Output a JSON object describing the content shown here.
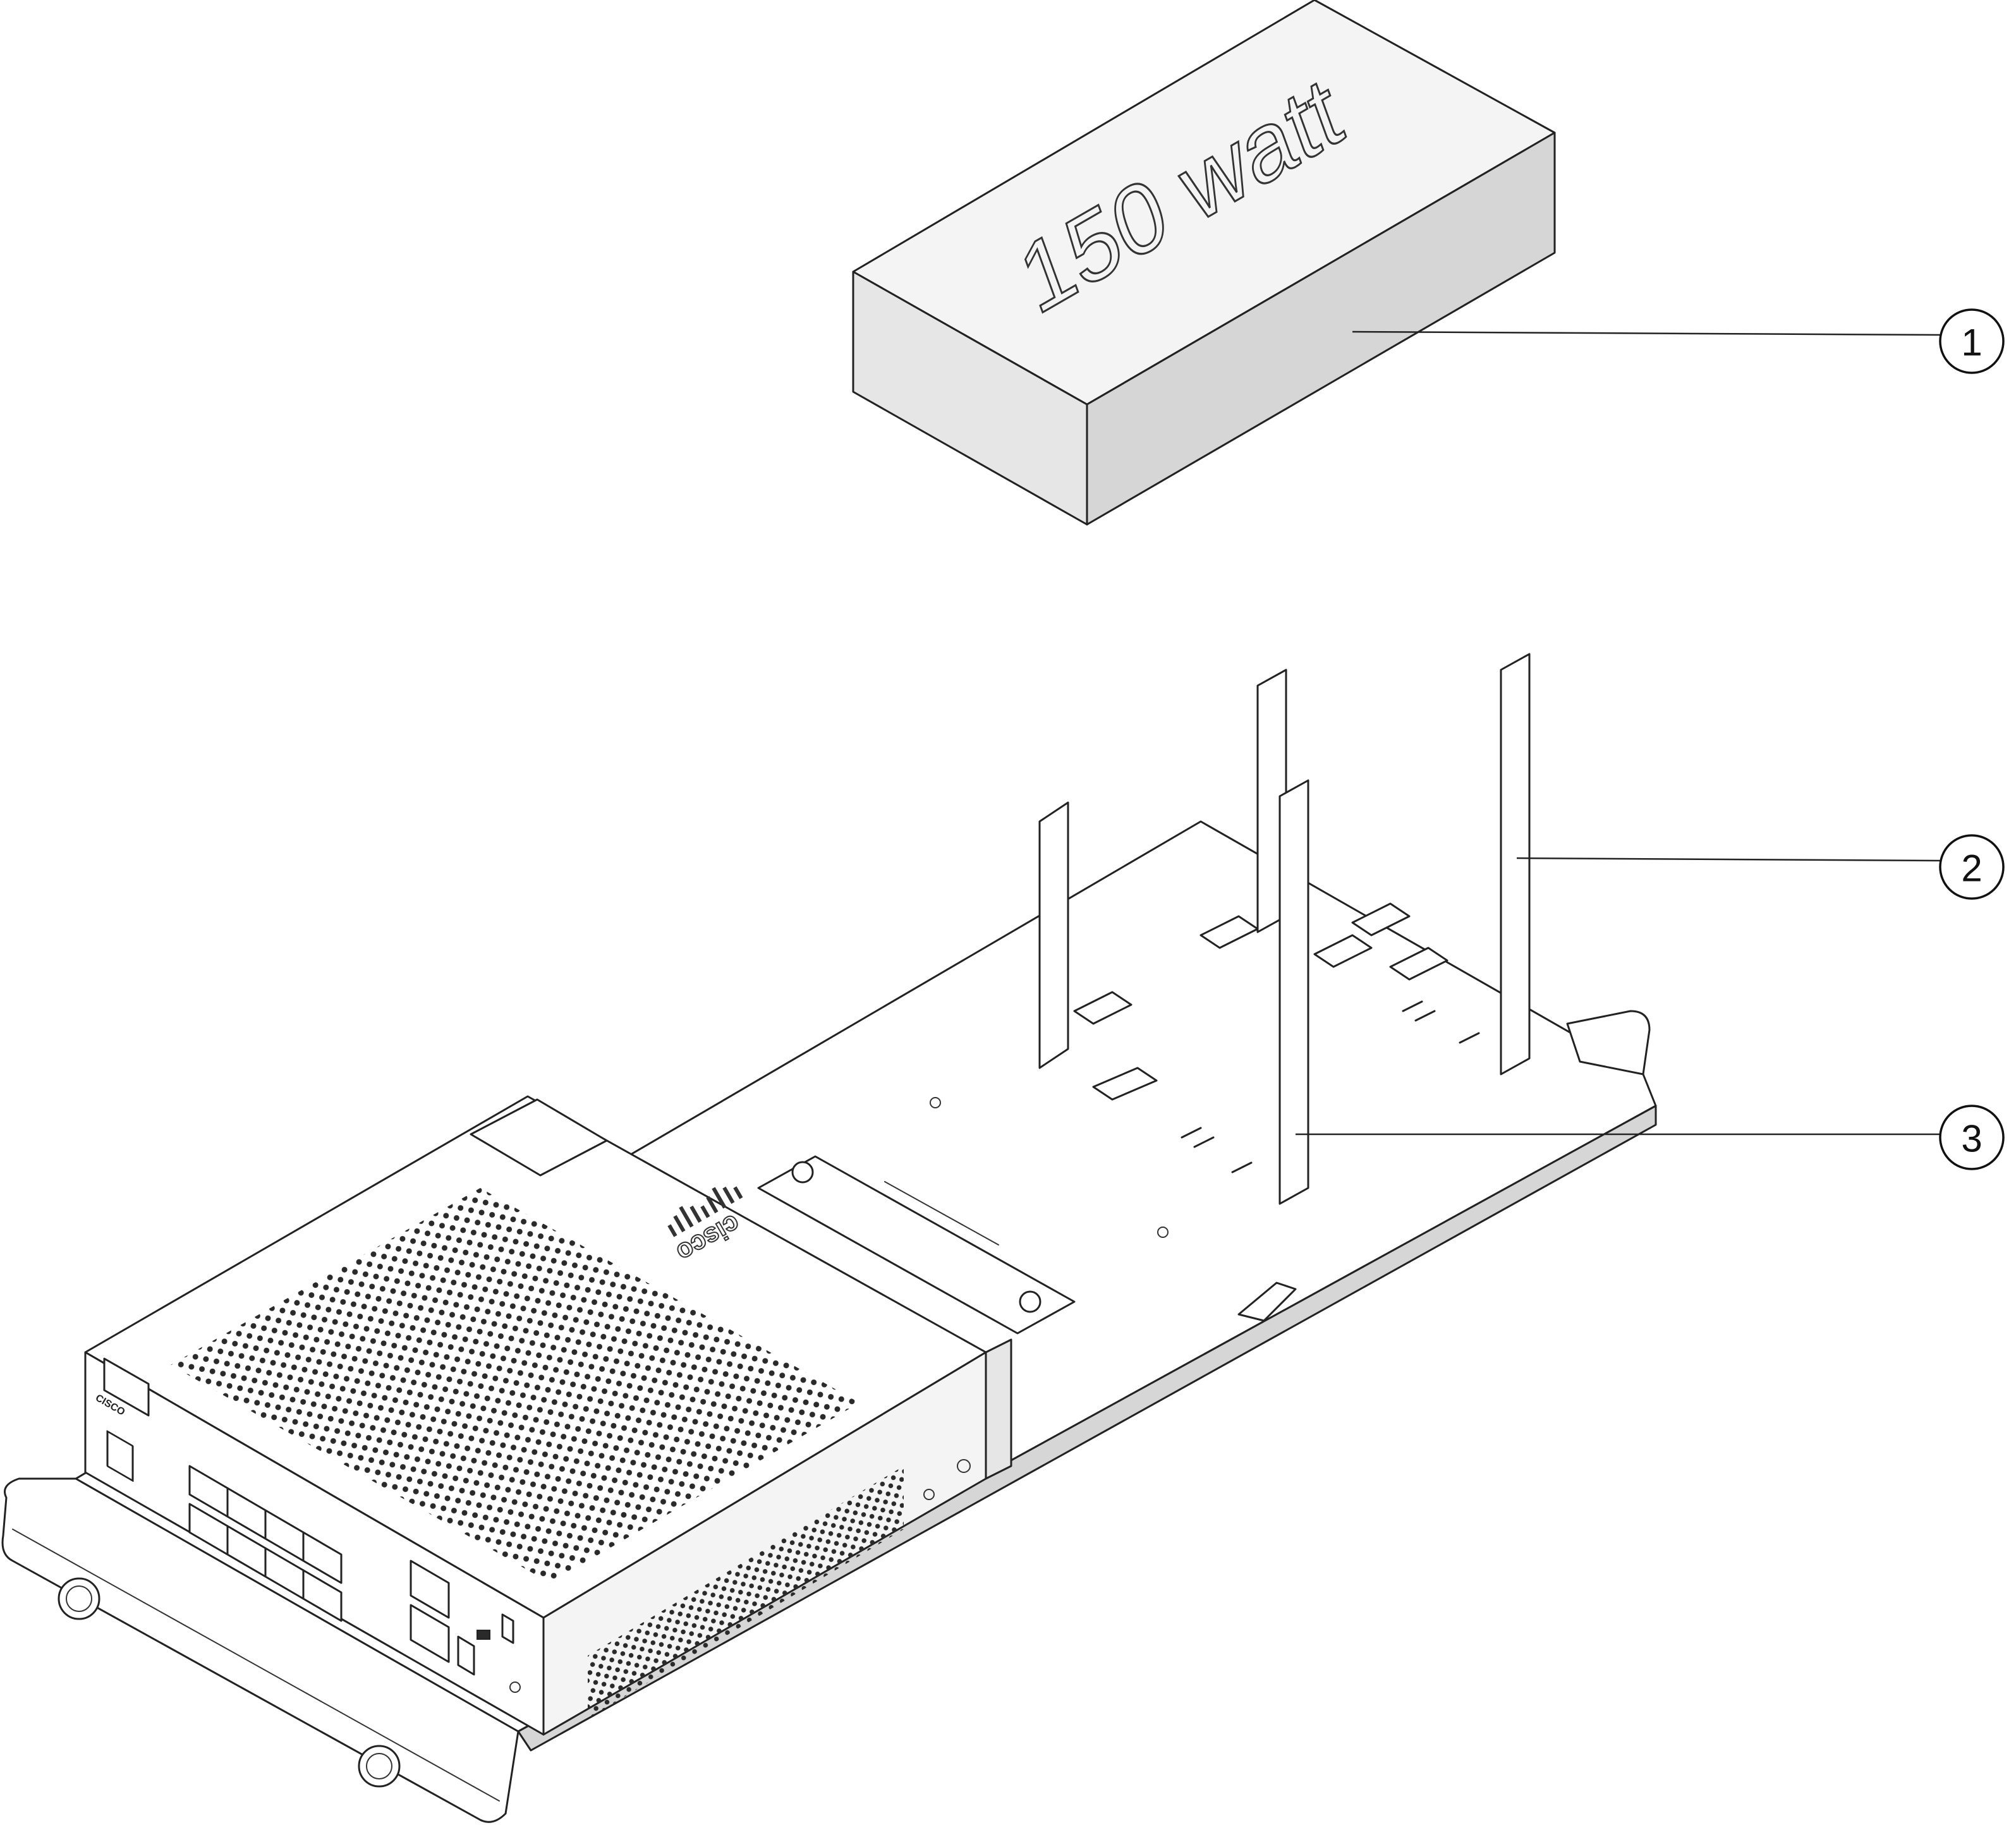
{
  "weight": {
    "label": "150 watt"
  },
  "device": {
    "brand": "cisco",
    "front_brand": "CISCO"
  },
  "callouts": [
    {
      "number": "1",
      "target": "weight"
    },
    {
      "number": "2",
      "target": "vertical-brackets"
    },
    {
      "number": "3",
      "target": "vertical-brackets"
    }
  ]
}
